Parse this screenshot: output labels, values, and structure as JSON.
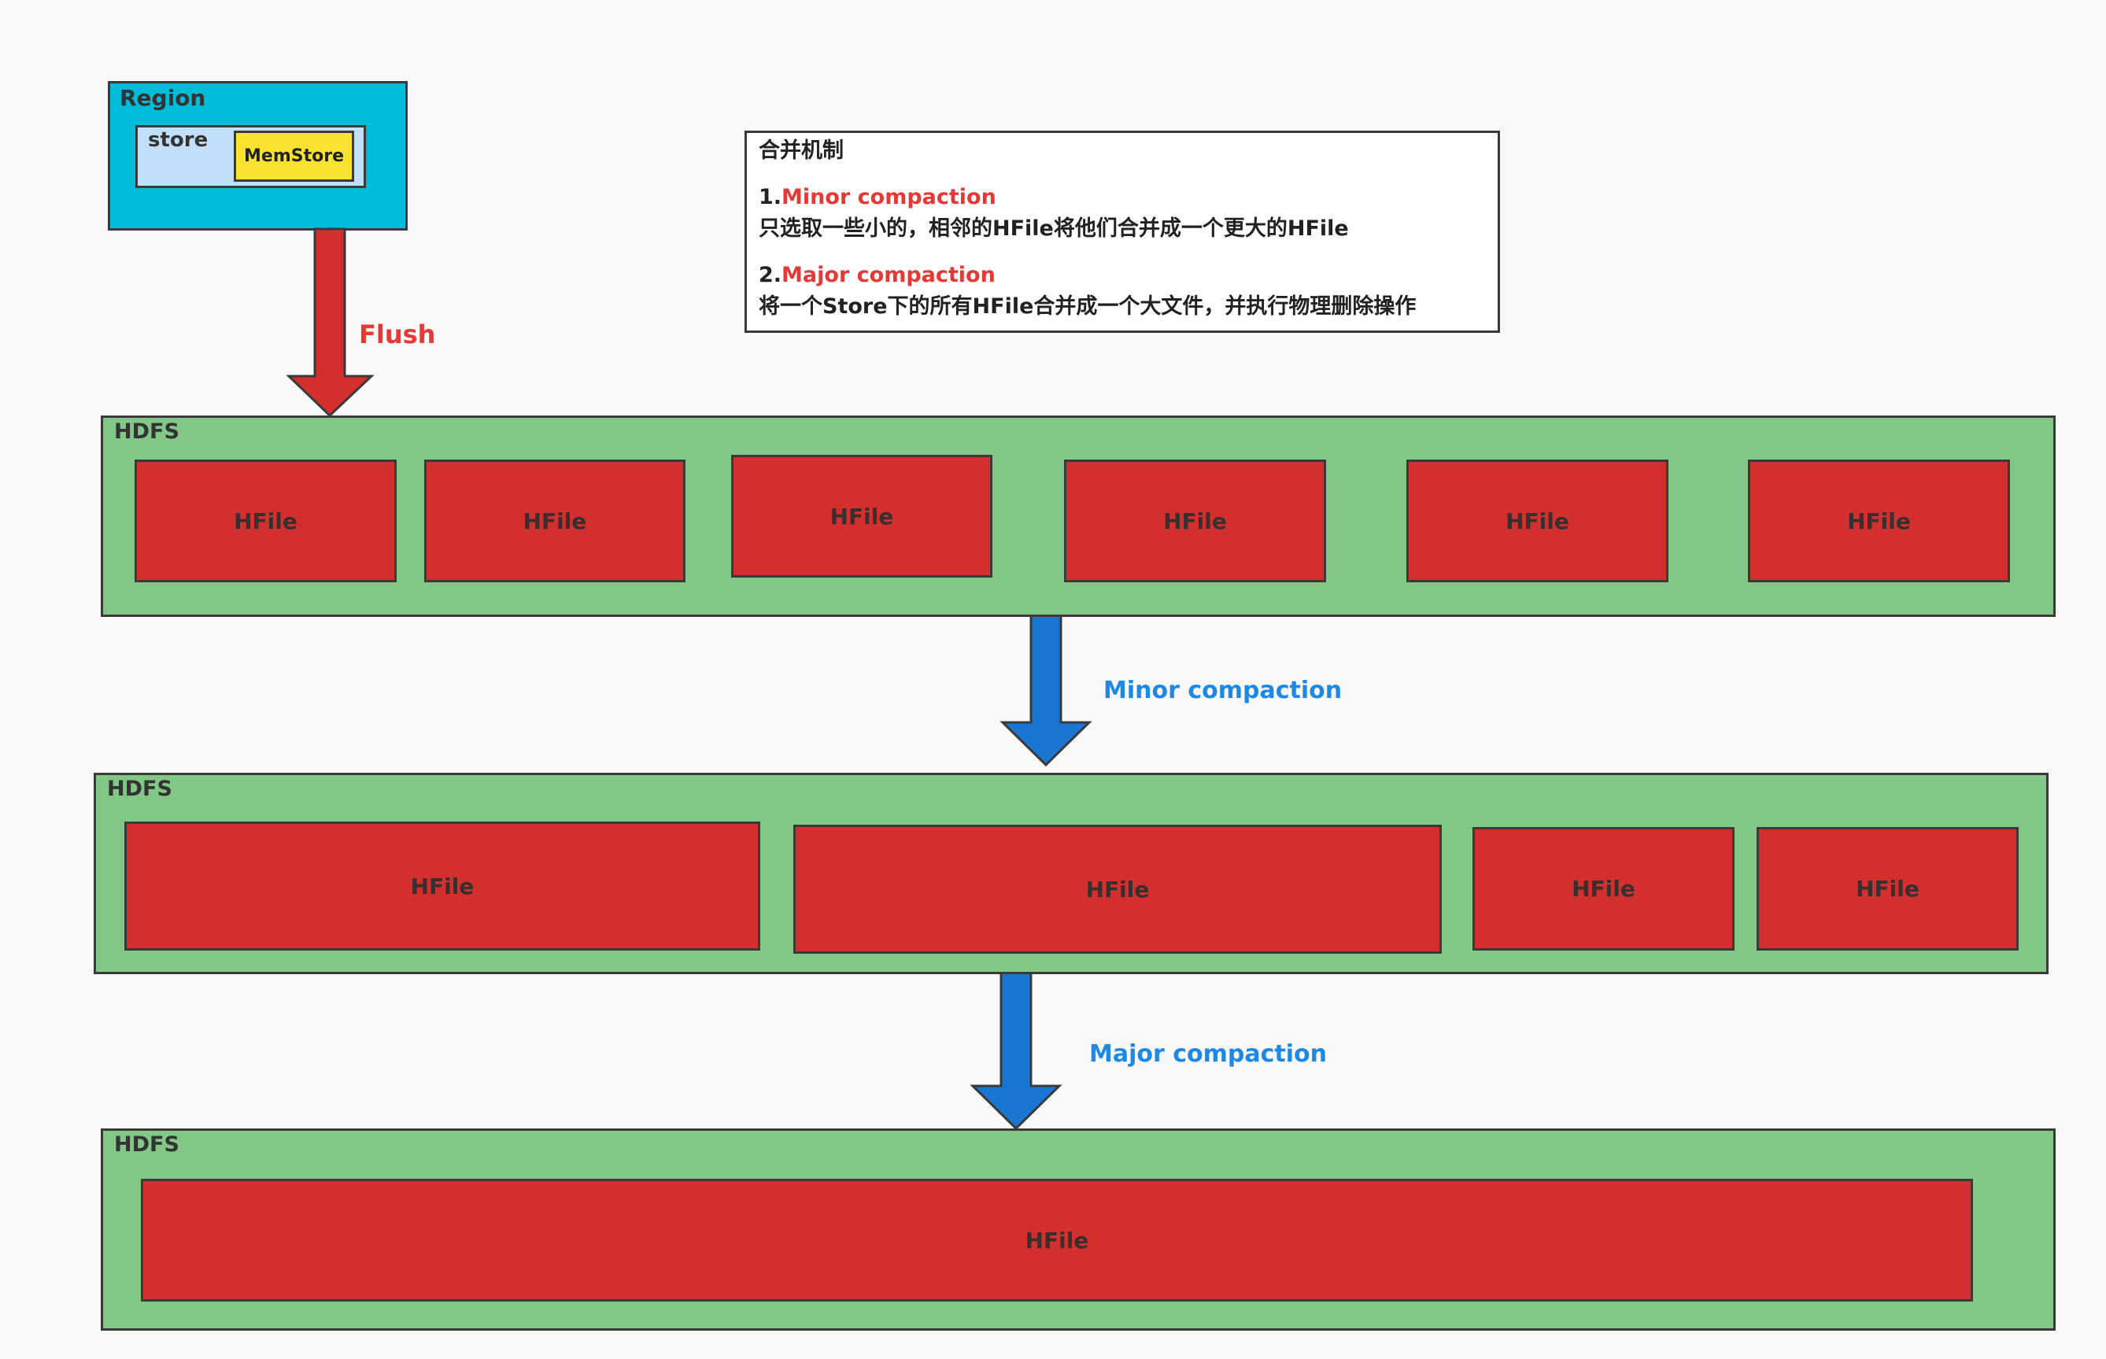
{
  "region": {
    "label": "Region",
    "store_label": "store",
    "memstore_label": "MemStore"
  },
  "note": {
    "title": "合并机制",
    "minor_prefix": "1.",
    "minor_name": "Minor compaction",
    "minor_desc": "只选取一些小的，相邻的HFile将他们合并成一个更大的HFile",
    "major_prefix": "2.",
    "major_name": "Major compaction",
    "major_desc": "将一个Store下的所有HFile合并成一个大文件，并执行物理删除操作"
  },
  "arrows": {
    "flush": "Flush",
    "minor": "Minor compaction",
    "major": "Major compaction"
  },
  "hdfs_top": {
    "label": "HDFS",
    "files": [
      "HFile",
      "HFile",
      "HFile",
      "HFile",
      "HFile",
      "HFile"
    ]
  },
  "hdfs_mid": {
    "label": "HDFS",
    "files": [
      "HFile",
      "HFile",
      "HFile",
      "HFile"
    ]
  },
  "hdfs_bot": {
    "label": "HDFS",
    "files": [
      "HFile"
    ]
  },
  "colors": {
    "region": "#00bcd9",
    "store": "#c2e0fb",
    "memstore": "#f9e230",
    "hdfs": "#82c785",
    "hfile": "#d32f2f",
    "flush_arrow": "#d32f2f",
    "compaction_arrow": "#1976d2",
    "flush_text": "#e53935",
    "compaction_text": "#1e88e5"
  }
}
